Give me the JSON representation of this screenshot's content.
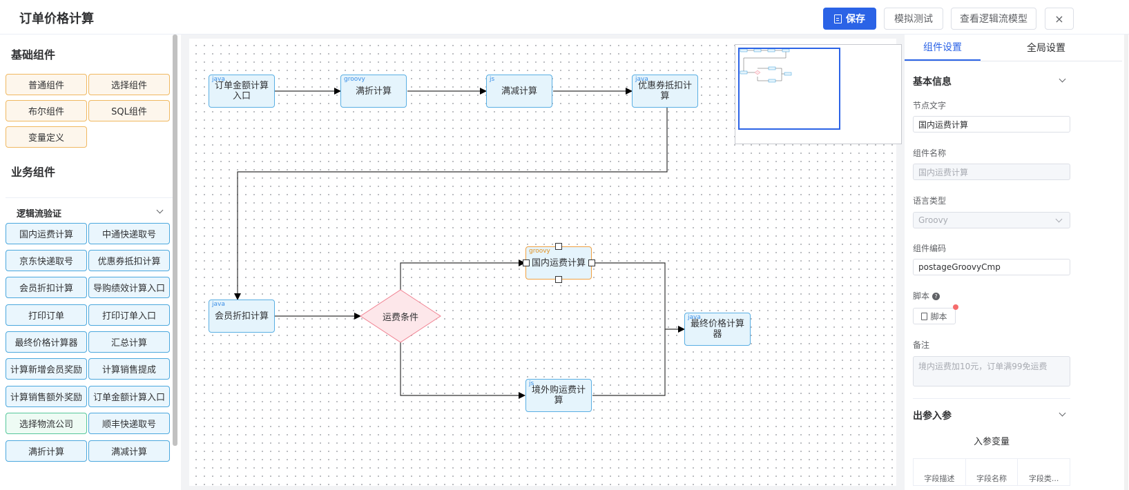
{
  "header": {
    "title": "订单价格计算",
    "save_label": "保存",
    "simulate_label": "模拟测试",
    "view_model_label": "查看逻辑流模型",
    "close_label": "×"
  },
  "left": {
    "basic_title": "基础组件",
    "basic_items": [
      "普通组件",
      "选择组件",
      "布尔组件",
      "SQL组件",
      "变量定义"
    ],
    "biz_title": "业务组件",
    "group_label": "逻辑流验证",
    "biz_items": [
      "国内运费计算",
      "中通快递取号",
      "京东快递取号",
      "优惠券抵扣计算",
      "会员折扣计算",
      "导购绩效计算入口",
      "打印订单",
      "打印订单入口",
      "最终价格计算器",
      "汇总计算",
      "计算新增会员奖励",
      "计算销售提成",
      "计算销售额外奖励",
      "订单金额计算入口",
      "选择物流公司",
      "顺丰快递取号",
      "满折计算",
      "满减计算"
    ]
  },
  "canvas": {
    "nodes": [
      {
        "lang": "java",
        "label": "订单金额计算入口"
      },
      {
        "lang": "groovy",
        "label": "满折计算"
      },
      {
        "lang": "js",
        "label": "满减计算"
      },
      {
        "lang": "java",
        "label": "优惠券抵扣计算"
      },
      {
        "lang": "java",
        "label": "会员折扣计算"
      },
      {
        "lang": "groovy",
        "label": "国内运费计算"
      },
      {
        "lang": "js",
        "label": "境外购运费计算"
      },
      {
        "lang": "java",
        "label": "最终价格计算器"
      }
    ],
    "condition_label": "运费条件"
  },
  "right": {
    "tab_component": "组件设置",
    "tab_global": "全局设置",
    "basic_info": "基本信息",
    "node_text_label": "节点文字",
    "node_text_value": "国内运费计算",
    "comp_name_label": "组件名称",
    "comp_name_value": "国内运费计算",
    "lang_label": "语言类型",
    "lang_value": "Groovy",
    "code_label": "组件编码",
    "code_value": "postageGroovyCmp",
    "script_label": "脚本",
    "script_btn": "脚本",
    "remark_label": "备注",
    "remark_value": "境内运费加10元，订单满99免运费",
    "params_title": "出参入参",
    "in_params": "入参变量",
    "col_desc": "字段描述",
    "col_name": "字段名称",
    "col_type": "字段类..."
  },
  "colors": {
    "primary": "#2b63e6",
    "node_fill": "#e5f4fc",
    "node_border": "#58aee3",
    "selected_border": "#f0a040",
    "condition_fill": "#fde7ea",
    "condition_border": "#f08090"
  }
}
